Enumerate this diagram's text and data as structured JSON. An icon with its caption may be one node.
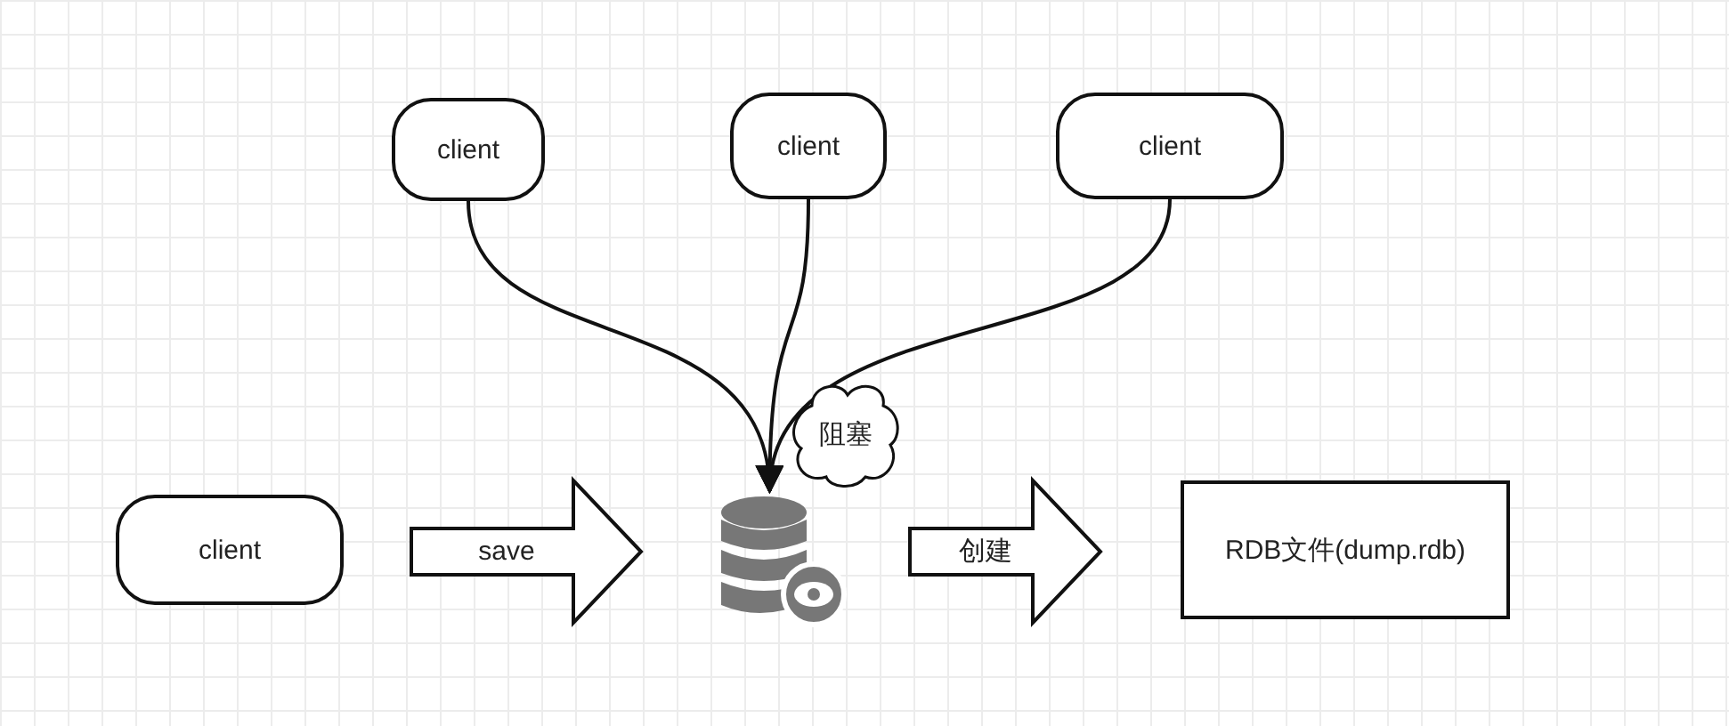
{
  "diagram": {
    "nodes": [
      {
        "text": [
          "client"
        ]
      },
      {
        "text": [
          "client"
        ]
      },
      {
        "text": [
          "client"
        ]
      },
      {
        "text": [
          "阻塞"
        ]
      },
      {
        "text": [
          "client"
        ]
      },
      {
        "text": [],
        "shape": "cylinder"
      },
      {
        "text": [
          "RDB文件(dump.rdb)"
        ]
      }
    ],
    "edges": [
      {
        "from": 0,
        "to": 5,
        "arrow": "to"
      },
      {
        "from": 1,
        "to": 5,
        "arrow": "to"
      },
      {
        "from": 2,
        "to": 5,
        "arrow": "to"
      },
      {
        "from": 4,
        "to": 5,
        "arrow": "to",
        "label": "save",
        "style": "thick"
      },
      {
        "from": 5,
        "to": 6,
        "arrow": "to",
        "label": "创建",
        "style": "thick"
      }
    ]
  }
}
